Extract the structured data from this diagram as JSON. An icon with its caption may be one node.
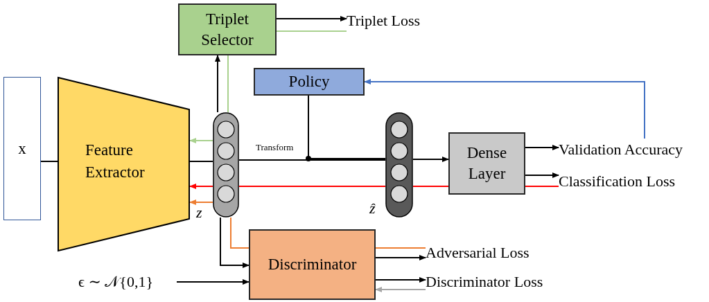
{
  "diagram": {
    "nodes": [
      {
        "text": [
          "x"
        ]
      },
      {
        "text": [
          "Feature Extractor"
        ]
      },
      {
        "text": [],
        "shape": "bar",
        "beside": [
          "z"
        ]
      },
      {
        "text": [],
        "shape": "bar",
        "beside": [
          "ẑ"
        ]
      },
      {
        "text": [
          "Triplet Selector"
        ]
      },
      {
        "text": [
          "Policy"
        ]
      },
      {
        "text": [
          "Dense Layer"
        ]
      },
      {
        "text": [
          "Discriminator"
        ]
      },
      {
        "text": [
          "Triplet Loss"
        ]
      },
      {
        "text": [
          "Validation Accuracy"
        ]
      },
      {
        "text": [
          "Classification Loss"
        ]
      },
      {
        "text": [
          "Adversarial Loss"
        ]
      },
      {
        "text": [
          "Discriminator Loss"
        ]
      },
      {
        "text": [
          "ϵ ∼ 𝒩{0,1}"
        ]
      }
    ],
    "edges": [
      {
        "from": 0,
        "to": 1,
        "arrow": "none"
      },
      {
        "from": 1,
        "to": 2,
        "arrow": "none"
      },
      {
        "from": 2,
        "to": 3,
        "arrow": "none"
      },
      {
        "from": 3,
        "to": 6,
        "arrow": "to"
      },
      {
        "from": 5,
        "to": 3,
        "arrow": "none",
        "label": "Transform"
      },
      {
        "from": 2,
        "to": 4,
        "arrow": "to"
      },
      {
        "from": 4,
        "to": 8,
        "arrow": "to"
      },
      {
        "from": 8,
        "to": 4,
        "arrow": "none",
        "color": "#a9d18e"
      },
      {
        "from": 4,
        "to": 2,
        "arrow": "none",
        "color": "#a9d18e"
      },
      {
        "from": 6,
        "to": 9,
        "arrow": "to"
      },
      {
        "from": 6,
        "to": 10,
        "arrow": "to"
      },
      {
        "from": 10,
        "to": 6,
        "arrow": "none",
        "color": "#ff0000"
      },
      {
        "from": 9,
        "to": 5,
        "arrow": "to",
        "color": "#4472c4"
      },
      {
        "from": 2,
        "to": 7,
        "arrow": "to"
      },
      {
        "from": 13,
        "to": 7,
        "arrow": "to"
      },
      {
        "from": 7,
        "to": 11,
        "arrow": "to"
      },
      {
        "from": 7,
        "to": 12,
        "arrow": "to"
      },
      {
        "from": 11,
        "to": 7,
        "arrow": "none",
        "color": "#ed7d31"
      },
      {
        "from": 7,
        "to": 2,
        "arrow": "none",
        "color": "#ed7d31"
      },
      {
        "from": 12,
        "to": 7,
        "arrow": "to",
        "color": "#a6a6a6"
      },
      {
        "from": 2,
        "to": 1,
        "arrow": "to",
        "color": "#a9d18e"
      },
      {
        "from": 2,
        "to": 1,
        "arrow": "to",
        "color": "#ff0000"
      },
      {
        "from": 2,
        "to": 1,
        "arrow": "to",
        "color": "#ed7d31"
      },
      {
        "from": 3,
        "to": 2,
        "arrow": "none",
        "color": "#ff0000"
      },
      {
        "from": 6,
        "to": 3,
        "arrow": "none",
        "color": "#ff0000"
      }
    ]
  }
}
